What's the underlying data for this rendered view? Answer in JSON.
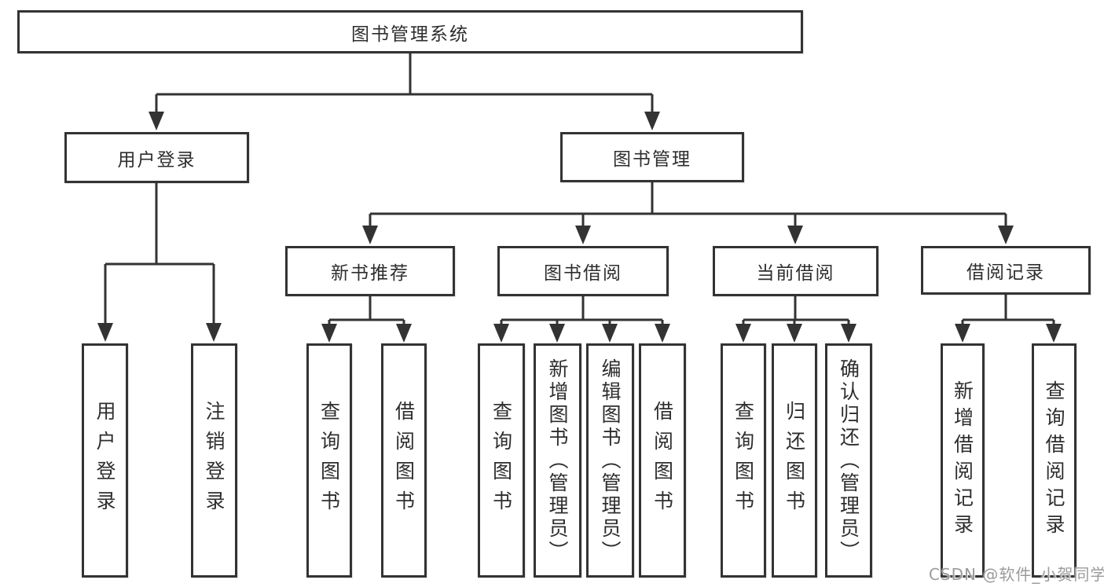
{
  "diagram": {
    "type": "hierarchy-tree",
    "tree": {
      "label": "图书管理系统",
      "children": [
        {
          "label": "用户登录",
          "children": [
            {
              "label": "用户登录"
            },
            {
              "label": "注销登录"
            }
          ]
        },
        {
          "label": "图书管理",
          "children": [
            {
              "label": "新书推荐",
              "children": [
                {
                  "label": "查询图书"
                },
                {
                  "label": "借阅图书"
                }
              ]
            },
            {
              "label": "图书借阅",
              "children": [
                {
                  "label": "查询图书"
                },
                {
                  "label": "新增图书（管理员）"
                },
                {
                  "label": "编辑图书（管理员）"
                },
                {
                  "label": "借阅图书"
                }
              ]
            },
            {
              "label": "当前借阅",
              "children": [
                {
                  "label": "查询图书"
                },
                {
                  "label": "归还图书"
                },
                {
                  "label": "确认归还（管理员）"
                }
              ]
            },
            {
              "label": "借阅记录",
              "children": [
                {
                  "label": "新增借阅记录"
                },
                {
                  "label": "查询借阅记录"
                }
              ]
            }
          ]
        }
      ]
    },
    "colors": {
      "line": "#333333",
      "box_border": "#333333",
      "box_fill": "#ffffff",
      "text": "#2e2e2e",
      "background": "#ffffff"
    }
  },
  "watermark": {
    "text": "CSDN @软件_小贺同学",
    "color": "#9b9b9b"
  }
}
